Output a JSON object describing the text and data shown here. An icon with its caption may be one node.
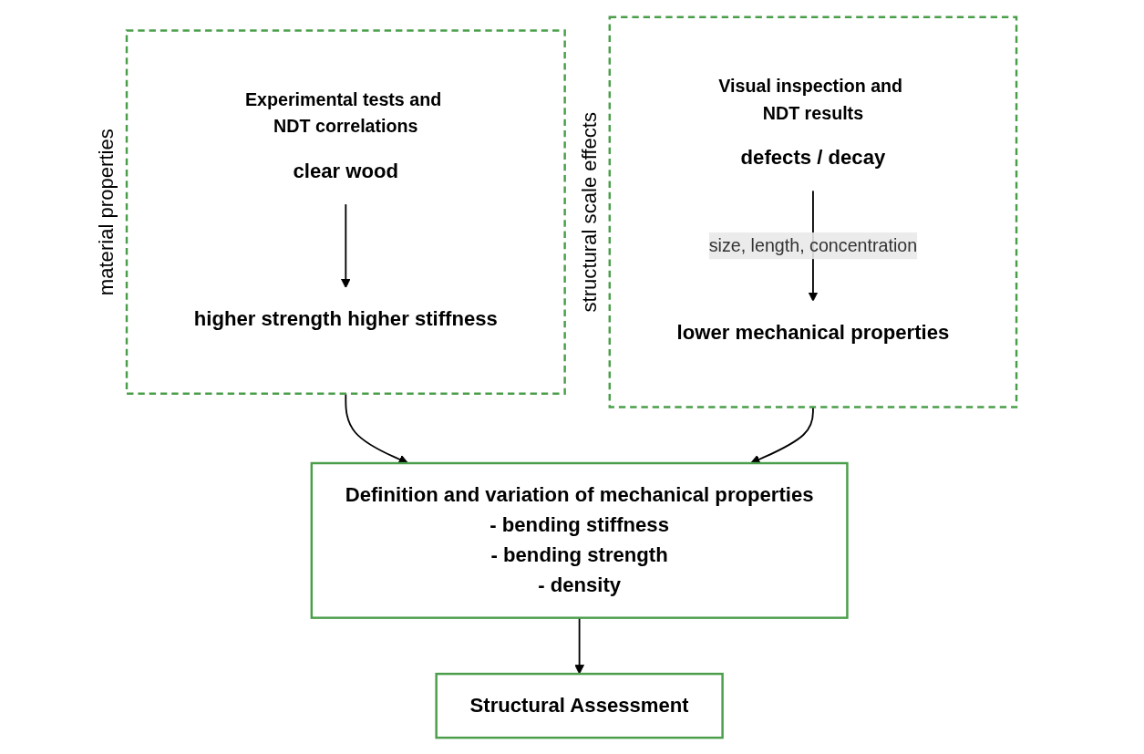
{
  "diagram": {
    "nodes": [
      {
        "text": [
          "Experimental tests and NDT correlations"
        ],
        "beside": [
          "material properties"
        ]
      },
      {
        "text": [
          "clear wood"
        ],
        "in": 0
      },
      {
        "text": [
          "higher strength higher stiffness"
        ],
        "in": 0
      },
      {
        "text": [
          "Visual inspection and NDT results"
        ],
        "beside": [
          "structural scale effects"
        ]
      },
      {
        "text": [
          "defects / decay"
        ],
        "in": 3
      },
      {
        "text": [
          "lower mechanical properties"
        ],
        "in": 3
      },
      {
        "text": [
          "Definition and variation of mechanical properties",
          "- bending stiffness",
          "- bending strength",
          "- density"
        ]
      },
      {
        "text": [
          "Structural Assessment"
        ]
      }
    ],
    "edges": [
      {
        "from": 1,
        "to": 2,
        "arrow": "to"
      },
      {
        "from": 4,
        "to": 5,
        "arrow": "to",
        "label": "size, length, concentration"
      },
      {
        "from": 0,
        "to": 6,
        "arrow": "to"
      },
      {
        "from": 3,
        "to": 6,
        "arrow": "to"
      },
      {
        "from": 6,
        "to": 7,
        "arrow": "to"
      }
    ]
  }
}
